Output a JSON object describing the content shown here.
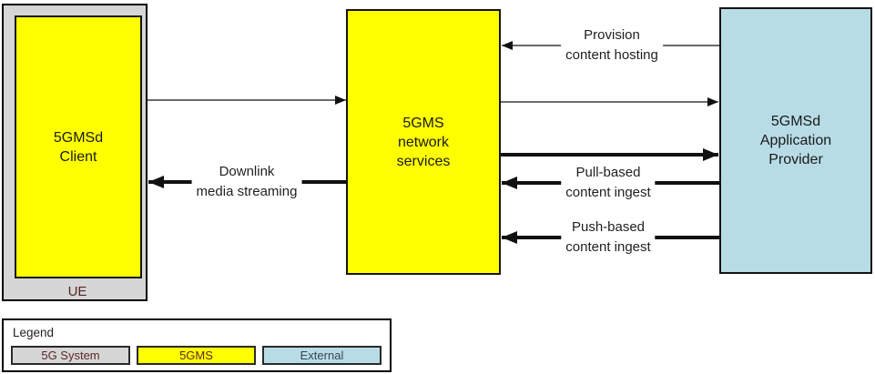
{
  "nodes": {
    "ue": {
      "label": "UE"
    },
    "client": {
      "label": "5GMSd\nClient"
    },
    "network": {
      "label": "5GMS\nnetwork\nservices"
    },
    "provider": {
      "label": "5GMSd\nApplication\nProvider"
    }
  },
  "flows": {
    "provision": {
      "label": "Provision\ncontent hosting"
    },
    "downlink": {
      "label": "Downlink\nmedia streaming"
    },
    "pull": {
      "label": "Pull-based\ncontent ingest"
    },
    "push": {
      "label": "Push-based\ncontent ingest"
    }
  },
  "legend": {
    "title": "Legend",
    "items": [
      {
        "label": "5G System",
        "color": "#d6d6d6",
        "text_color": "#5a2828"
      },
      {
        "label": "5GMS",
        "color": "#ffff00",
        "text_color": "#5a2828"
      },
      {
        "label": "External",
        "color": "#b7dce6",
        "text_color": "#3a4456"
      }
    ]
  },
  "colors": {
    "system_gray": "#d6d6d6",
    "gms_yellow": "#ffff00",
    "external_blue": "#b7dce6",
    "arrow_black": "#111111"
  }
}
